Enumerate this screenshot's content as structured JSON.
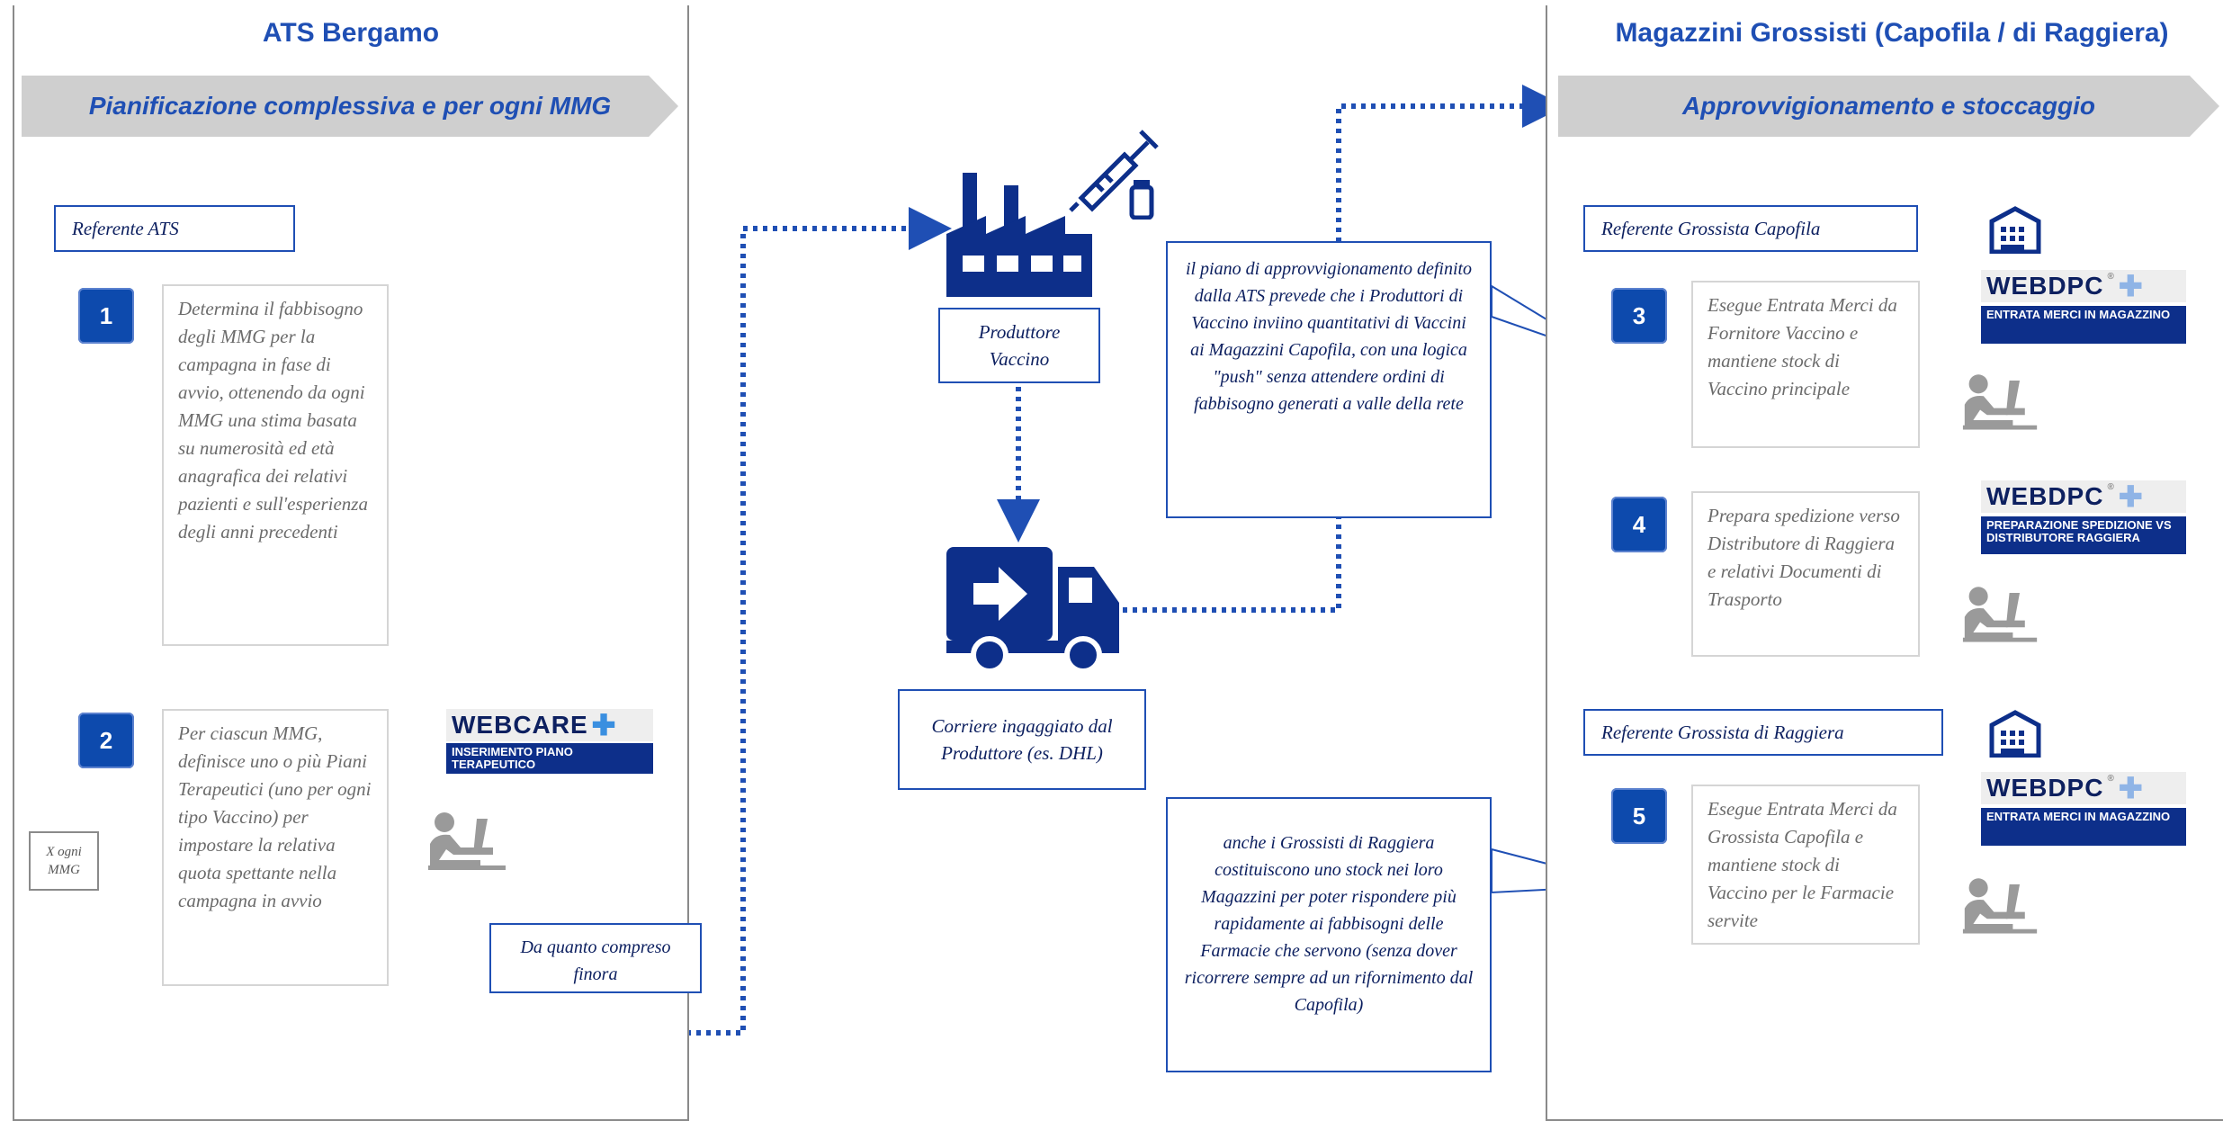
{
  "colors": {
    "accent": "#1f4fb4",
    "dark_blue": "#0d2f8a",
    "grey_chevron": "#cfcfcf",
    "desc_text": "#6b6b6b"
  },
  "left_panel": {
    "title": "ATS Bergamo",
    "banner": "Pianificazione complessiva e per ogni MMG",
    "role": "Referente ATS",
    "steps": [
      {
        "number": "1",
        "text": "Determina il fabbisogno degli MMG per la campagna in fase di avvio, ottenendo da ogni MMG una stima basata su numerosità ed età anagrafica dei relativi pazienti e sull'esperienza degli anni precedenti"
      },
      {
        "number": "2",
        "text": "Per ciascun MMG, definisce uno o più Piani Terapeutici (uno per ogni tipo Vaccino) per impostare la relativa quota spettante nella campagna in avvio"
      }
    ],
    "loop_tag": "X ogni MMG",
    "software": {
      "name": "WEBCARE",
      "caption": "INSERIMENTO PIANO TERAPEUTICO"
    },
    "callout": "Da quanto compreso finora"
  },
  "middle": {
    "producer_label": "Produttore Vaccino",
    "courier_label": "Corriere ingaggiato dal Produttore (es. DHL)",
    "callout_push": "il piano di approvvigionamento definito dalla ATS prevede che i Produttori di Vaccino inviino quantitativi di Vaccini ai Magazzini Capofila, con una logica \"push\" senza attendere ordini di fabbisogno generati a valle della rete",
    "callout_stock": "anche i Grossisti di Raggiera costituiscono uno stock nei loro Magazzini per poter rispondere più rapidamente ai fabbisogni delle Farmacie che servono (senza dover ricorrere sempre ad un rifornimento dal Capofila)"
  },
  "right_panel": {
    "title": "Magazzini Grossisti (Capofila / di Raggiera)",
    "banner": "Approvvigionamento e stoccaggio",
    "role_capofila": "Referente Grossista Capofila",
    "role_raggiera": "Referente Grossista di Raggiera",
    "steps": [
      {
        "number": "3",
        "text": "Esegue Entrata Merci da Fornitore Vaccino e mantiene stock di Vaccino principale",
        "sw_name": "WEBDPC",
        "sw_caption": "ENTRATA MERCI IN MAGAZZINO"
      },
      {
        "number": "4",
        "text": "Prepara spedizione verso Distributore di Raggiera e relativi Documenti di Trasporto",
        "sw_name": "WEBDPC",
        "sw_caption": "PREPARAZIONE SPEDIZIONE VS DISTRIBUTORE RAGGIERA"
      },
      {
        "number": "5",
        "text": "Esegue Entrata Merci da Grossista Capofila e mantiene stock di Vaccino per le Farmacie servite",
        "sw_name": "WEBDPC",
        "sw_caption": "ENTRATA MERCI IN MAGAZZINO"
      }
    ]
  }
}
